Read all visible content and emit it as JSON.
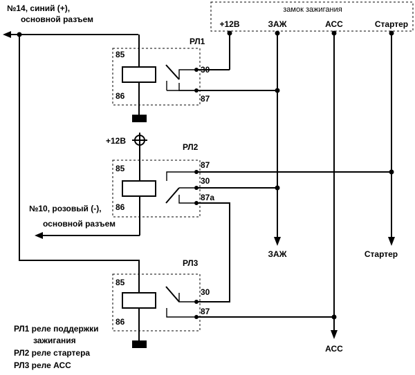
{
  "ignition_switch": {
    "title": "замок зажигания",
    "terminals": [
      "+12В",
      "ЗАЖ",
      "АСС",
      "Стартер"
    ]
  },
  "relays": [
    {
      "name": "РЛ1",
      "pin_85": "85",
      "pin_86": "86",
      "pin_30": "30",
      "pin_87": "87"
    },
    {
      "name": "РЛ2",
      "pin_85": "85",
      "pin_86": "86",
      "pin_30": "30",
      "pin_87": "87",
      "pin_87a": "87а"
    },
    {
      "name": "РЛ3",
      "pin_85": "85",
      "pin_86": "86",
      "pin_30": "30",
      "pin_87": "87"
    }
  ],
  "plus12_label": "+12В",
  "connectors": {
    "blue_line1": "№14, синий (+),",
    "blue_line2": "основной разъем",
    "pink_line1": "№10, розовый (-),",
    "pink_line2": "основной разъем"
  },
  "outputs": {
    "zazh": "ЗАЖ",
    "starter": "Стартер",
    "acc": "АСС"
  },
  "legend": {
    "line1": "РЛ1 реле поддержки",
    "line2": "зажигания",
    "line3": "РЛ2 реле стартера",
    "line4": "РЛ3 реле АСС"
  }
}
